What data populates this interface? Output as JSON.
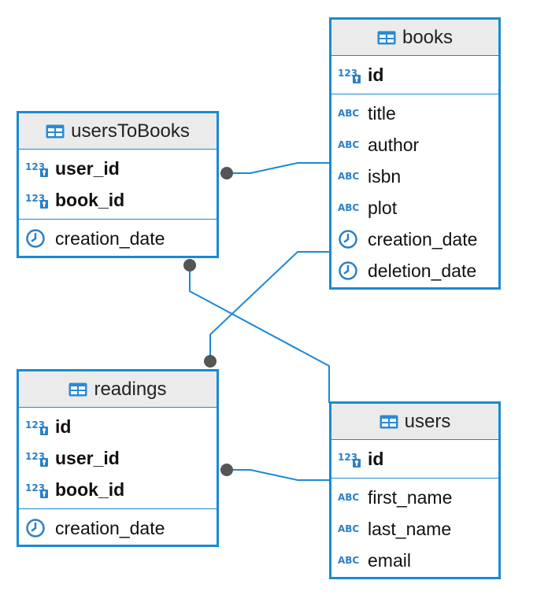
{
  "tables": {
    "books": {
      "title": "books",
      "keys": [
        {
          "name": "id",
          "type_icon": "numeric-key-icon"
        }
      ],
      "columns": [
        {
          "name": "title",
          "type_icon": "text-abc-icon"
        },
        {
          "name": "author",
          "type_icon": "text-abc-icon"
        },
        {
          "name": "isbn",
          "type_icon": "text-abc-icon"
        },
        {
          "name": "plot",
          "type_icon": "text-abc-icon"
        },
        {
          "name": "creation_date",
          "type_icon": "clock-icon"
        },
        {
          "name": "deletion_date",
          "type_icon": "clock-icon"
        }
      ]
    },
    "usersToBooks": {
      "title": "usersToBooks",
      "keys": [
        {
          "name": "user_id",
          "type_icon": "numeric-key-icon"
        },
        {
          "name": "book_id",
          "type_icon": "numeric-key-icon"
        }
      ],
      "columns": [
        {
          "name": "creation_date",
          "type_icon": "clock-icon"
        }
      ]
    },
    "readings": {
      "title": "readings",
      "keys": [
        {
          "name": "id",
          "type_icon": "numeric-key-icon"
        },
        {
          "name": "user_id",
          "type_icon": "numeric-key-icon"
        },
        {
          "name": "book_id",
          "type_icon": "numeric-key-icon"
        }
      ],
      "columns": [
        {
          "name": "creation_date",
          "type_icon": "clock-icon"
        }
      ]
    },
    "users": {
      "title": "users",
      "keys": [
        {
          "name": "id",
          "type_icon": "numeric-key-icon"
        }
      ],
      "columns": [
        {
          "name": "first_name",
          "type_icon": "text-abc-icon"
        },
        {
          "name": "last_name",
          "type_icon": "text-abc-icon"
        },
        {
          "name": "email",
          "type_icon": "text-abc-icon"
        }
      ]
    }
  },
  "relations": [
    {
      "from": "usersToBooks",
      "to": "books"
    },
    {
      "from": "usersToBooks",
      "to": "users"
    },
    {
      "from": "readings",
      "to": "books"
    },
    {
      "from": "readings",
      "to": "users"
    }
  ],
  "colors": {
    "accent": "#1a8ad4",
    "header_bg": "#ebebeb",
    "connector_dot": "#555555",
    "type_icon": "#2a80c8"
  },
  "type_labels": {
    "numeric": "123",
    "text": "ABC"
  }
}
